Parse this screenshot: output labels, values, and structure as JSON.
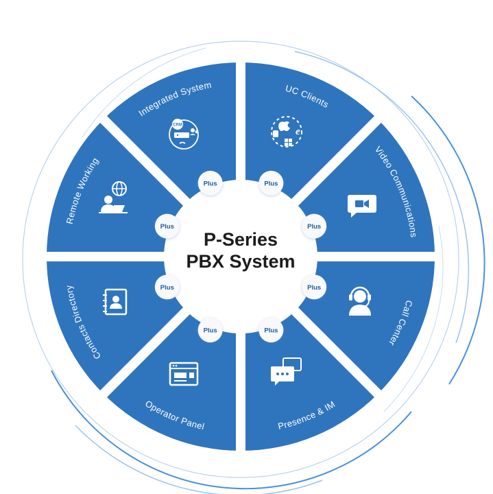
{
  "title": {
    "line1": "P-Series",
    "line2": "PBX System"
  },
  "colors": {
    "segment": "#2f75bd",
    "hub": "#ffffff",
    "badge_text": "#1f5c9e",
    "ring": "#4a90d9"
  },
  "segments": [
    {
      "label": "UC Clients",
      "icon": "os-platforms-icon"
    },
    {
      "label": "Video Communications",
      "icon": "video-chat-icon"
    },
    {
      "label": "Call Center",
      "icon": "headset-agent-icon"
    },
    {
      "label": "Presence & IM",
      "icon": "chat-bubbles-icon"
    },
    {
      "label": "Operator Panel",
      "icon": "operator-console-icon"
    },
    {
      "label": "Contacts Directory",
      "icon": "address-book-icon"
    },
    {
      "label": "Remote Working",
      "icon": "remote-worker-icon"
    },
    {
      "label": "Integrated System",
      "icon": "crm-integration-icon"
    }
  ],
  "plus_label": "Plus",
  "crm_badge": "CRM"
}
